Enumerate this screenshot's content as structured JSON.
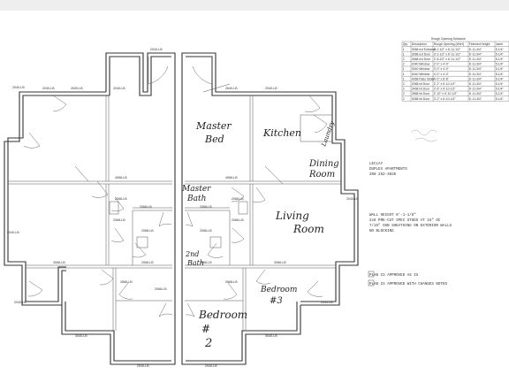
{
  "rooms": {
    "master_bed": [
      "Master",
      "Bed"
    ],
    "kitchen": "Kitchen",
    "laundry": "Laundry",
    "dining": [
      "Dining",
      "Room"
    ],
    "master_bath": [
      "Master",
      "Bath"
    ],
    "living": [
      "Living",
      "Room"
    ],
    "bath2": [
      "2nd",
      "Bath"
    ],
    "bedroom3": [
      "Bedroom",
      "#3"
    ],
    "bedroom2": [
      "Bedroom",
      "#",
      "2"
    ]
  },
  "project_note": [
    "LECLAY",
    "DUPLEX APARTMENTS",
    "208 252-3836"
  ],
  "wall_note": [
    "WALL HEIGHT 8'-1-1/8\"",
    "2x6 PRE-CUT SPEC STUDS AT 16\" OC",
    "7/16\" OSB SHEATHING ON EXTERIOR WALLS",
    "NO BLOCKING"
  ],
  "approval": [
    "PLAN IS APPROVED AS IS",
    "PLAN IS APPROVED WITH CHANGES NOTED"
  ],
  "table": {
    "title": "Rough Opening Schedule",
    "headers": [
      "Qty",
      "Description",
      "Rough Opening (WxH)",
      "Finished Height",
      "Jamb"
    ],
    "rows": [
      [
        "1",
        "3068 ext Entrance",
        "3'-2-1/2\" x 6'-11-1/2\"",
        "6'-11-3/4\"",
        "5-1/4\""
      ],
      [
        "1",
        "3068 ext Door",
        "3'-2-1/2\" x 6'-11-1/2\"",
        "6'-11-3/4\"",
        "5-1/4\""
      ],
      [
        "2",
        "2668 ext Door",
        "2'-8-1/2\" x 6'-11-1/2\"",
        "6'-11-3/4\"",
        "5-1/4\""
      ],
      [
        "2",
        "2040 Window",
        "2'-0\" x 4'-0\"",
        "6'-11-3/4\"",
        "5-1/4\""
      ],
      [
        "1",
        "3040 Window",
        "3'-0\" x 4'-0\"",
        "6'-11-3/4\"",
        "5-1/4\""
      ],
      [
        "1",
        "4040 Window",
        "4'-0\" x 4'-0\"",
        "6'-11-3/4\"",
        "5-1/4\""
      ],
      [
        "1",
        "4068 Patio Slider",
        "4'-0\" x 6'-8\"",
        "6'-11-3/4\"",
        "5-1/4\""
      ],
      [
        "2",
        "2068 int Door",
        "2'-2\" x 6'-10-1/2\"",
        "6'-11-3/4\"",
        "5-1/4\""
      ],
      [
        "2",
        "2468 int Door",
        "2'-6\" x 6'-10-1/2\"",
        "6'-11-3/4\"",
        "5-1/4\""
      ],
      [
        "2",
        "2868 int Door",
        "2'-10\" x 6'-10-1/2\"",
        "6'-11-3/4\"",
        "5-1/4\""
      ],
      [
        "2",
        "3068 int Door",
        "3'-2\" x 6'-10-1/2\"",
        "6'-11-3/4\"",
        "5-1/4\""
      ]
    ]
  },
  "dims": {
    "d1": "2040-LB",
    "d2": "2630-LB",
    "d3": "2040-LB",
    "d4": "2040-LB",
    "d5": "2640-LB",
    "d6": "2040-LB",
    "d7": "2040-LB",
    "d8": "4068-LB",
    "d9": "4068-LB",
    "d10": "2068-LB",
    "d11": "2068-LB",
    "d12": "2068-LB",
    "d13": "2068-LB",
    "d14": "2068-LB",
    "d15": "2068-LB",
    "d16": "2068-LB",
    "d17": "2068-LB",
    "d18": "3068-LB",
    "d19": "3068-LB",
    "d20": "2068-LB",
    "d21": "2068-LB",
    "d22": "2068-LB",
    "d23": "2668-LB",
    "d24": "2668-LB",
    "d25": "2040-LB",
    "d26": "2040-LB",
    "d27": "3040-LB",
    "d28": "3040-LB",
    "d29": "2040-LB",
    "d30": "2040-LB",
    "d31": "2040-LB",
    "d32": "2040-LB"
  }
}
